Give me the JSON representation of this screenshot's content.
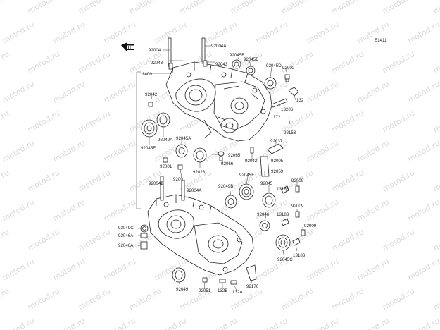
{
  "diagram": {
    "code": "E1411",
    "watermark": "motod.ru",
    "labels": [
      {
        "id": "92004-top-left",
        "text": "92004"
      },
      {
        "id": "92004A-top",
        "text": "92004A"
      },
      {
        "id": "92045B",
        "text": "92045B"
      },
      {
        "id": "92045E",
        "text": "92045E"
      },
      {
        "id": "92043-a",
        "text": "92043"
      },
      {
        "id": "92043-b",
        "text": "92043"
      },
      {
        "id": "92045D",
        "text": "92045D"
      },
      {
        "id": "92002",
        "text": "92002"
      },
      {
        "id": "14001",
        "text": "14001"
      },
      {
        "id": "92042-left",
        "text": "92042"
      },
      {
        "id": "132-right",
        "text": "132"
      },
      {
        "id": "13206",
        "text": "13206"
      },
      {
        "id": "172",
        "text": "172"
      },
      {
        "id": "92045A",
        "text": "92045A"
      },
      {
        "id": "92049A",
        "text": "92049A"
      },
      {
        "id": "92045F-left",
        "text": "92045F"
      },
      {
        "id": "92153",
        "text": "92153"
      },
      {
        "id": "92037",
        "text": "92037"
      },
      {
        "id": "92065",
        "text": "92065"
      },
      {
        "id": "92042-mid",
        "text": "92042"
      },
      {
        "id": "92005",
        "text": "92005"
      },
      {
        "id": "92001-a",
        "text": "92001"
      },
      {
        "id": "92066",
        "text": "92066"
      },
      {
        "id": "92028",
        "text": "92028"
      },
      {
        "id": "92059",
        "text": "92059"
      },
      {
        "id": "92001-b",
        "text": "92001"
      },
      {
        "id": "92045F-mid",
        "text": "92045F"
      },
      {
        "id": "92004B",
        "text": "92004B"
      },
      {
        "id": "92004A-mid",
        "text": "92004A"
      },
      {
        "id": "92049B",
        "text": "92049B"
      },
      {
        "id": "92045",
        "text": "92045"
      },
      {
        "id": "13183-a",
        "text": "13183"
      },
      {
        "id": "92009-a",
        "text": "92009"
      },
      {
        "id": "92046",
        "text": "92046"
      },
      {
        "id": "92009-b",
        "text": "92009"
      },
      {
        "id": "13183-b",
        "text": "13183"
      },
      {
        "id": "92049C",
        "text": "92049C"
      },
      {
        "id": "92009-c",
        "text": "92009"
      },
      {
        "id": "92046A-a",
        "text": "92046A"
      },
      {
        "id": "92046A-b",
        "text": "92046A"
      },
      {
        "id": "13183-c",
        "text": "13183"
      },
      {
        "id": "92045C",
        "text": "92045C"
      },
      {
        "id": "92049",
        "text": "92049"
      },
      {
        "id": "92051",
        "text": "92051"
      },
      {
        "id": "132B",
        "text": "132B"
      },
      {
        "id": "92170",
        "text": "92170"
      },
      {
        "id": "132A",
        "text": "132A"
      }
    ]
  }
}
